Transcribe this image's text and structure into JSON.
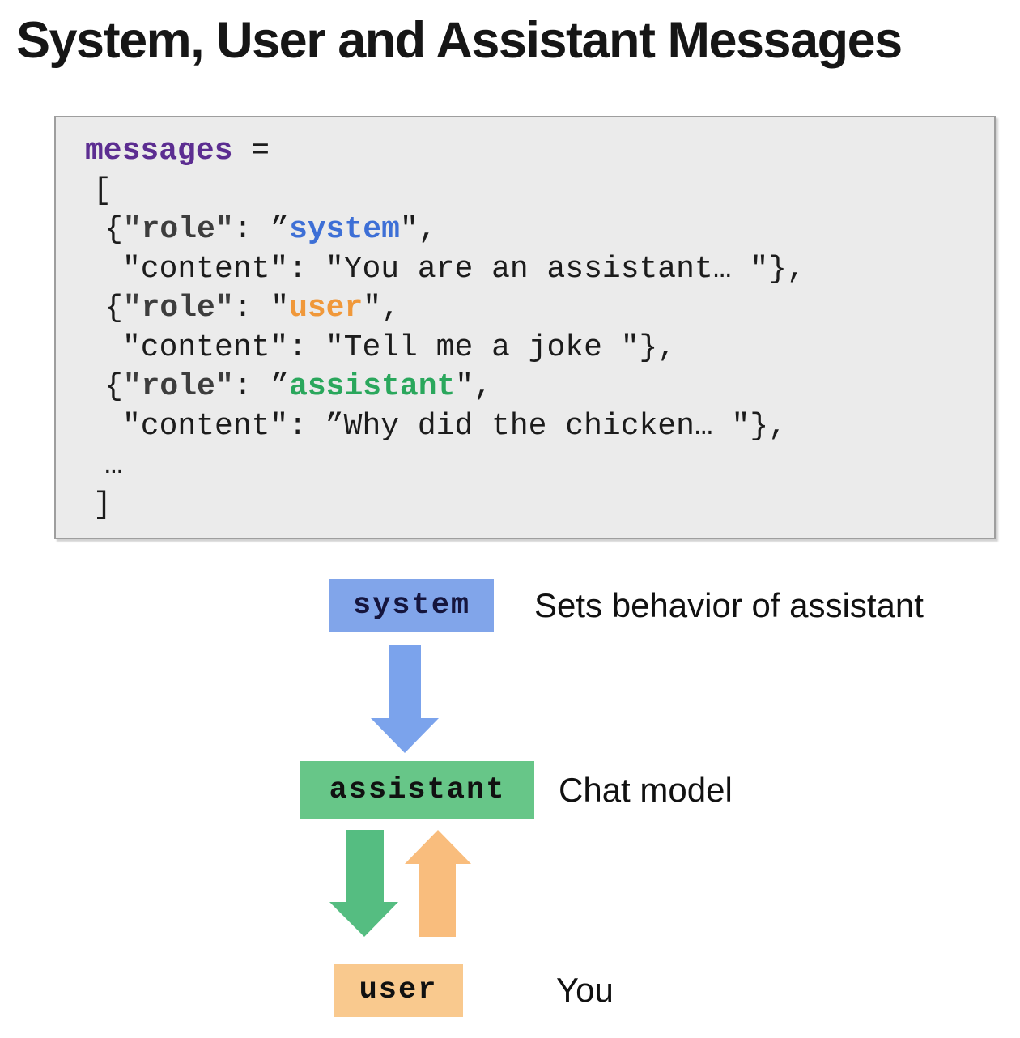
{
  "title": "System, User and Assistant Messages",
  "colors": {
    "code-bg": "#ebebeb",
    "code-border": "#9e9e9e",
    "code-text": "#1c1c1c",
    "code-keyword-purple": "#5c2d91",
    "code-role-gray": "#3d3d3d",
    "code-system-blue": "#3d6fd6",
    "code-user-orange": "#f0983a",
    "code-assistant-green": "#2aa75c",
    "box-system-blue": "#81a5ea",
    "box-assistant-green": "#67c688",
    "box-user-orange": "#f9c98e",
    "arrow-blue": "#7ba3ec",
    "arrow-green": "#55bd81",
    "arrow-orange": "#f9bd7d",
    "label-text": "#111111",
    "system-box-text": "#15153d"
  },
  "code": {
    "lines": [
      {
        "segments": [
          {
            "text": "messages"
          },
          {
            "text": " ="
          }
        ]
      },
      {
        "segments": [
          {
            "text": "["
          }
        ]
      },
      {
        "segments": [
          {
            "text": "{"
          },
          {
            "text": "\"role\""
          },
          {
            "text": ": ”"
          },
          {
            "text": "system"
          },
          {
            "text": "\","
          }
        ]
      },
      {
        "segments": [
          {
            "text": "\"content\": \"You are an assistant… \"},"
          }
        ]
      },
      {
        "segments": [
          {
            "text": "{"
          },
          {
            "text": "\"role\""
          },
          {
            "text": ": \""
          },
          {
            "text": "user"
          },
          {
            "text": "\","
          }
        ]
      },
      {
        "segments": [
          {
            "text": "\"content\": \"Tell me a joke \"},"
          }
        ]
      },
      {
        "segments": [
          {
            "text": "{"
          },
          {
            "text": "\"role\""
          },
          {
            "text": ": ”"
          },
          {
            "text": "assistant"
          },
          {
            "text": "\","
          }
        ]
      },
      {
        "segments": [
          {
            "text": "\"content\": ”Why did the chicken… \"},"
          }
        ]
      },
      {
        "segments": [
          {
            "text": "…"
          }
        ]
      },
      {
        "segments": [
          {
            "text": "]"
          }
        ]
      }
    ]
  },
  "diagram": {
    "system_box": {
      "label": "system",
      "description": "Sets behavior of assistant"
    },
    "assistant_box": {
      "label": "assistant",
      "description": "Chat model"
    },
    "user_box": {
      "label": "user",
      "description": "You"
    }
  }
}
